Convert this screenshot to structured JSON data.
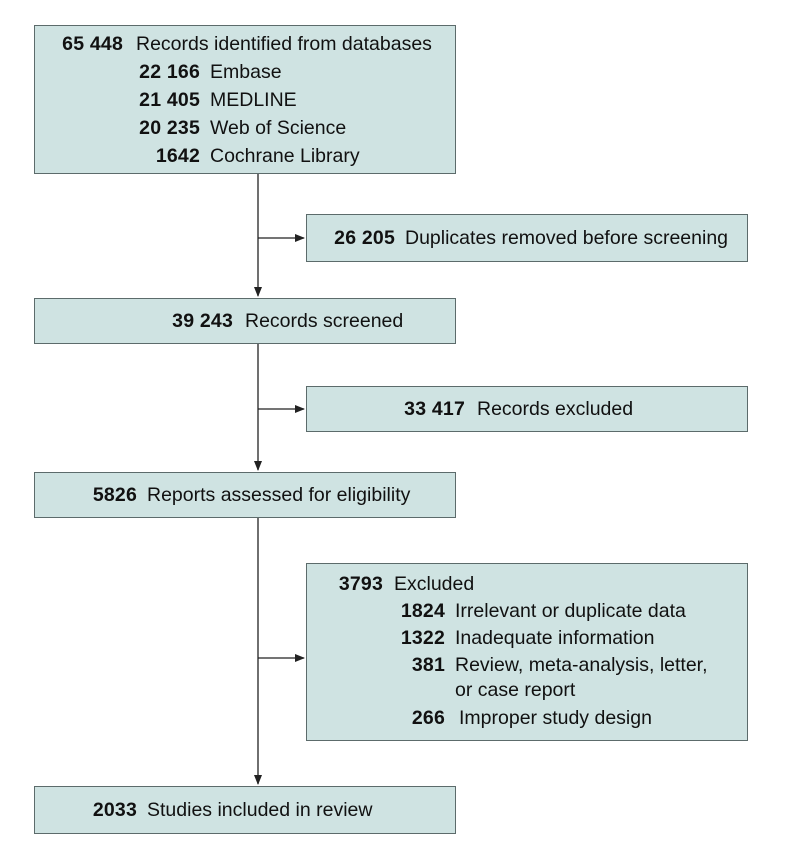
{
  "diagram": {
    "identified": {
      "count": "65 448",
      "label": "Records identified from databases",
      "sources": [
        {
          "count": "22 166",
          "label": "Embase"
        },
        {
          "count": "21 405",
          "label": "MEDLINE"
        },
        {
          "count": "20 235",
          "label": "Web of Science"
        },
        {
          "count": "1642",
          "label": "Cochrane Library"
        }
      ]
    },
    "duplicates": {
      "count": "26 205",
      "label": "Duplicates removed before screening"
    },
    "screened": {
      "count": "39 243",
      "label": "Records screened"
    },
    "records_excluded": {
      "count": "33 417",
      "label": "Records excluded"
    },
    "assessed": {
      "count": "5826",
      "label": "Reports assessed for eligibility"
    },
    "excluded": {
      "count": "3793",
      "label": "Excluded",
      "reasons": [
        {
          "count": "1824",
          "label": "Irrelevant or duplicate data"
        },
        {
          "count": "1322",
          "label": "Inadequate information"
        },
        {
          "count": "381",
          "label": "Review, meta-analysis, letter,",
          "label_line2": "or case report"
        },
        {
          "count": "266",
          "label": "Improper study design"
        }
      ]
    },
    "included": {
      "count": "2033",
      "label": "Studies included in review"
    }
  }
}
